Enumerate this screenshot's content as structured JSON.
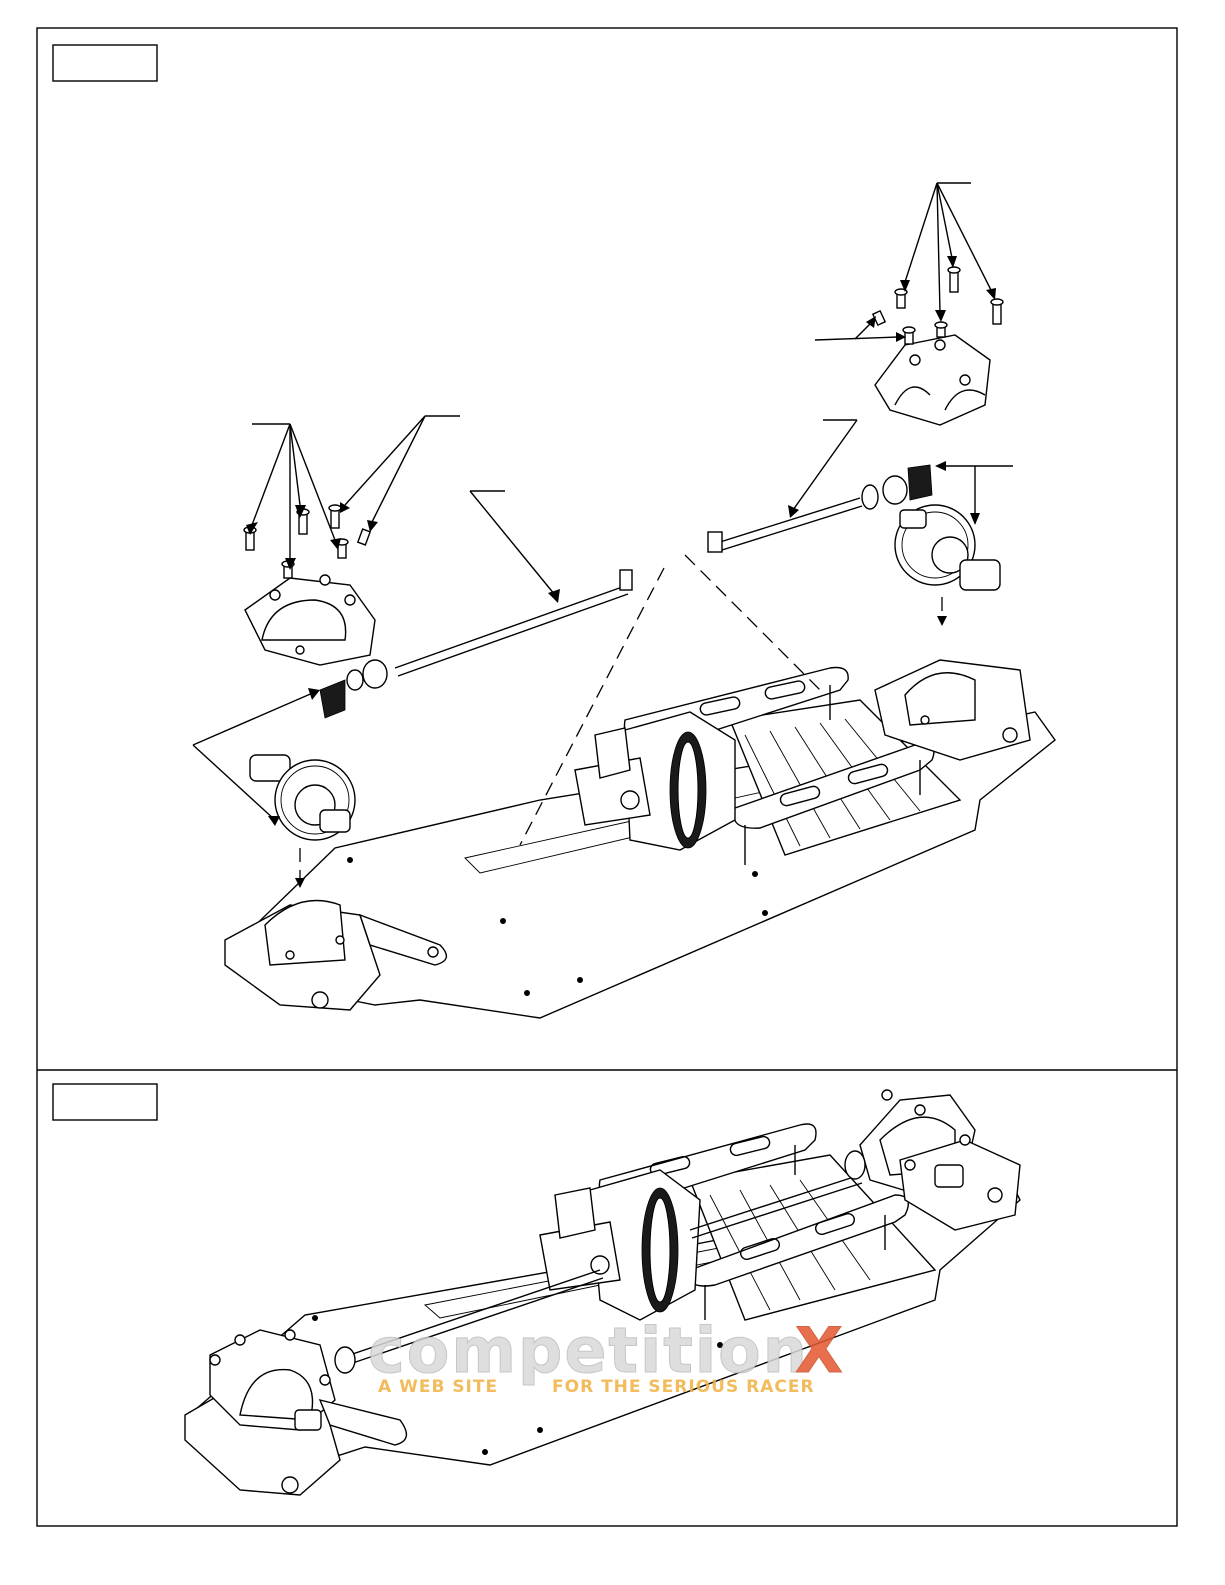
{
  "page": {
    "border_color": "#000000",
    "background": "#ffffff"
  },
  "panels": [
    {
      "id": "step-top",
      "label_box_text": ""
    },
    {
      "id": "step-bottom",
      "label_box_text": ""
    }
  ],
  "watermark": {
    "brand": "competition",
    "brand_suffix": "X",
    "left_tagline": "A WEB SITE",
    "right_tagline": "FOR THE SERIOUS RACER",
    "brand_color": "#d9d9d9",
    "suffix_color": "#e4572e",
    "tagline_color": "#f0b040"
  }
}
